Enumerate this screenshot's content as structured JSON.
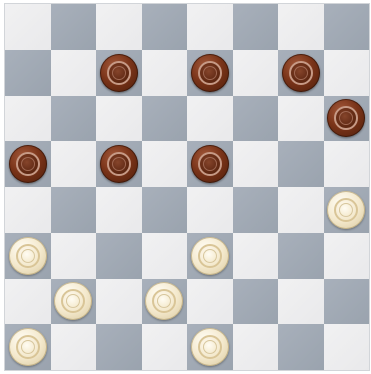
{
  "board": {
    "size": 8,
    "colors": {
      "light_square": "#eeeeef",
      "dark_square": "#a3abb6",
      "dark_piece": "#6e2e16",
      "light_piece": "#f6eed5"
    },
    "pieces": [
      {
        "row": 1,
        "col": 2,
        "color": "dark"
      },
      {
        "row": 1,
        "col": 4,
        "color": "dark"
      },
      {
        "row": 1,
        "col": 6,
        "color": "dark"
      },
      {
        "row": 2,
        "col": 7,
        "color": "dark"
      },
      {
        "row": 3,
        "col": 0,
        "color": "dark"
      },
      {
        "row": 3,
        "col": 2,
        "color": "dark"
      },
      {
        "row": 3,
        "col": 4,
        "color": "dark"
      },
      {
        "row": 4,
        "col": 7,
        "color": "light"
      },
      {
        "row": 5,
        "col": 0,
        "color": "light"
      },
      {
        "row": 5,
        "col": 4,
        "color": "light"
      },
      {
        "row": 6,
        "col": 1,
        "color": "light"
      },
      {
        "row": 6,
        "col": 3,
        "color": "light"
      },
      {
        "row": 7,
        "col": 0,
        "color": "light"
      },
      {
        "row": 7,
        "col": 4,
        "color": "light"
      }
    ]
  }
}
